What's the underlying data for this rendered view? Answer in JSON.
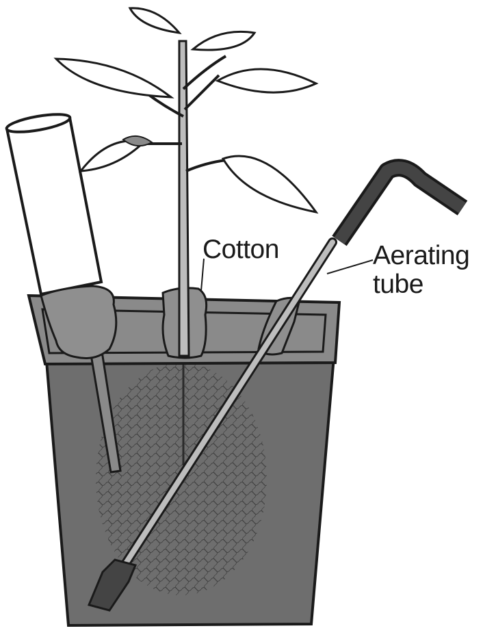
{
  "labels": {
    "cotton": "Cotton",
    "aerating_tube_line1": "Aerating",
    "aerating_tube_line2": "tube"
  },
  "colors": {
    "pot": "#6e6e6e",
    "rim": "#8a8a8a",
    "outline": "#1a1a1a",
    "cotton": "#8f8f8f",
    "stem": "#bdbdbd",
    "tube_dark": "#444444"
  }
}
